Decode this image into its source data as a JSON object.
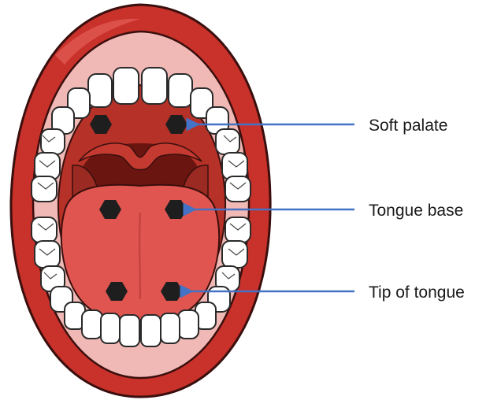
{
  "labels": {
    "soft_palate": "Soft palate",
    "tongue_base": "Tongue base",
    "tip_of_tongue": "Tip of tongue"
  },
  "colors": {
    "lips": "#c9312b",
    "lips_dark": "#8e1c18",
    "gum": "#f0b9b5",
    "cavity": "#b63128",
    "throat": "#6a1510",
    "tongue": "#e05550",
    "tooth": "#ffffff",
    "marker": "#1e1e1e",
    "arrow": "#4472c4"
  },
  "icons": {
    "marker": "hexagon-marker-icon",
    "arrow": "left-arrow-icon"
  }
}
